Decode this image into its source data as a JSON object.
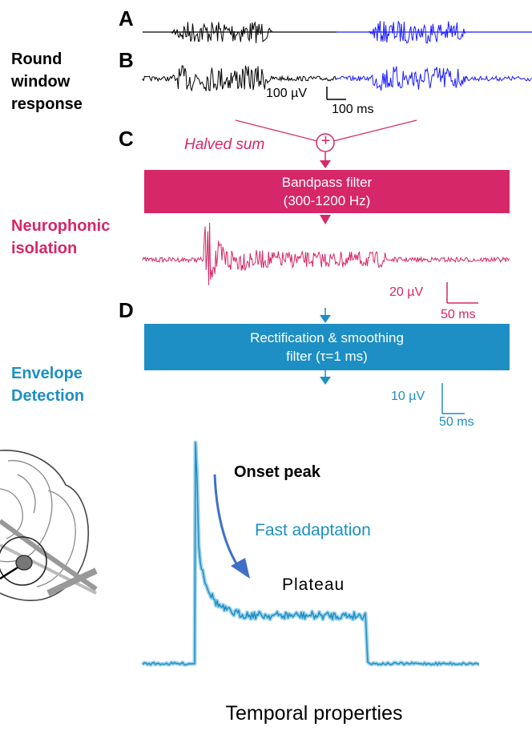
{
  "colors": {
    "black": "#000000",
    "blue_trace": "#1a1aff",
    "magenta": "#d62768",
    "teal": "#1d8fc4",
    "arrow_blue": "#3f6fc6"
  },
  "panels": {
    "a": "A",
    "b": "B",
    "c": "C",
    "d": "D"
  },
  "labels": {
    "round_window": "Round\nwindow\nresponse",
    "neurophonic": "Neurophonic\nisolation",
    "envelope": "Envelope\nDetection"
  },
  "scale_bars": {
    "b_voltage": "100 µV",
    "b_time": "100 ms",
    "c_voltage": "20 µV",
    "c_time": "50 ms",
    "d_voltage": "10 µV",
    "d_time": "50 ms"
  },
  "halved_sum": "Halved sum",
  "plus_symbol": "+",
  "bandpass": {
    "line1": "Bandpass filter",
    "line2": "(300-1200 Hz)"
  },
  "rectification": {
    "line1": "Rectification & smoothing",
    "line2": "filter (τ=1 ms)"
  },
  "annotations": {
    "onset": "Onset peak",
    "fast": "Fast adaptation",
    "plateau": "Plateau"
  },
  "footer": "Temporal properties"
}
